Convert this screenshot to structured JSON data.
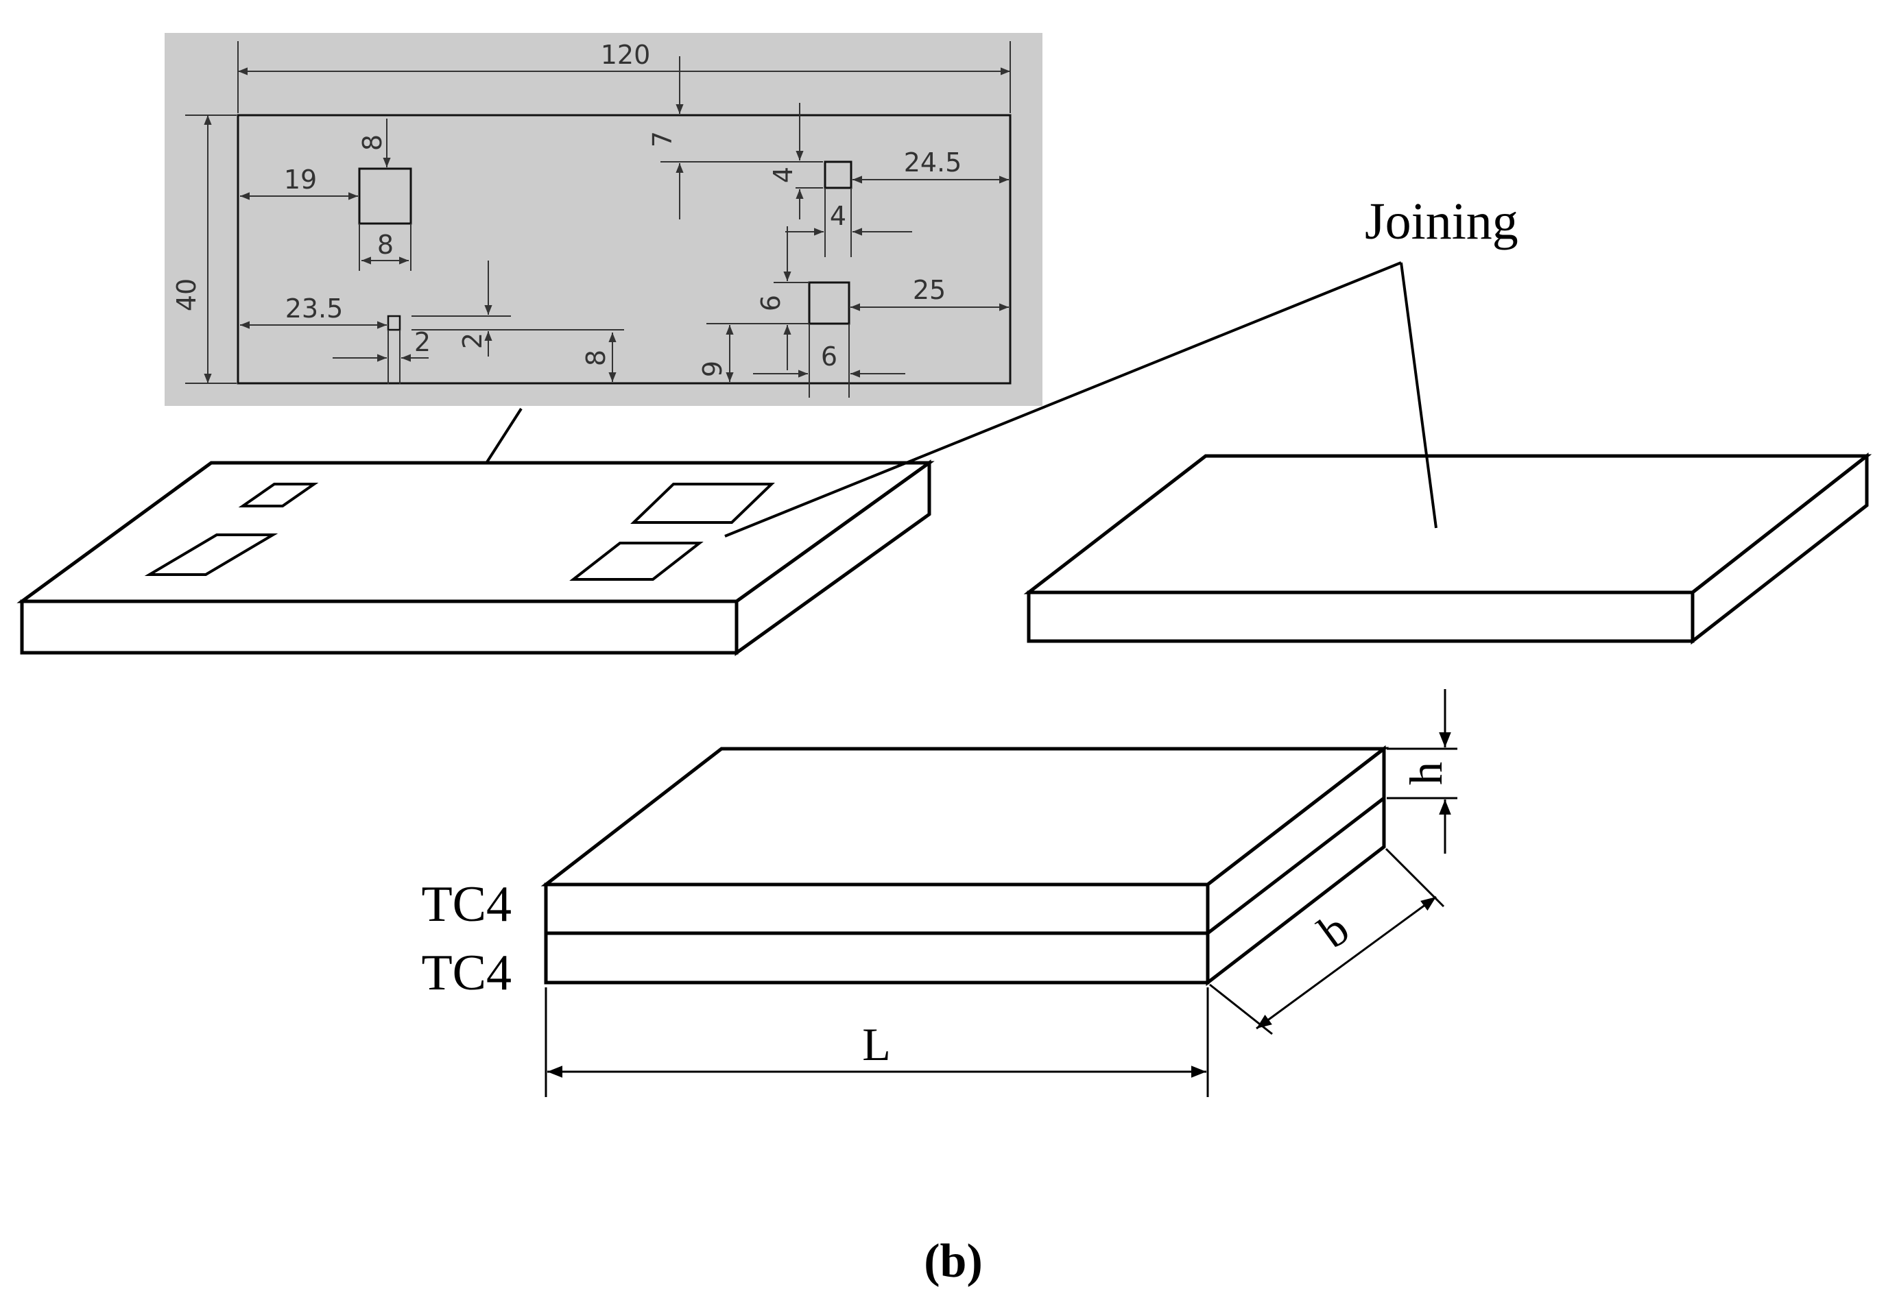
{
  "drawing": {
    "dim_120": "120",
    "dim_40": "40",
    "dim_19": "19",
    "dim_8_top": "8",
    "dim_8_width": "8",
    "dim_23_5": "23.5",
    "dim_2_gap": "2",
    "dim_2_width": "2",
    "dim_8_bottom": "8",
    "dim_7": "7",
    "dim_4_height": "4",
    "dim_24_5": "24.5",
    "dim_4_width": "4",
    "dim_6_height": "6",
    "dim_25": "25",
    "dim_9": "9",
    "dim_6_width": "6"
  },
  "labels": {
    "joining": "Joining",
    "tc4_top": "TC4",
    "tc4_bottom": "TC4",
    "h": "h",
    "b": "b",
    "L": "L",
    "panel": "(b)"
  },
  "colors": {
    "drawing_background": "#cccccc",
    "line": "#000000"
  }
}
